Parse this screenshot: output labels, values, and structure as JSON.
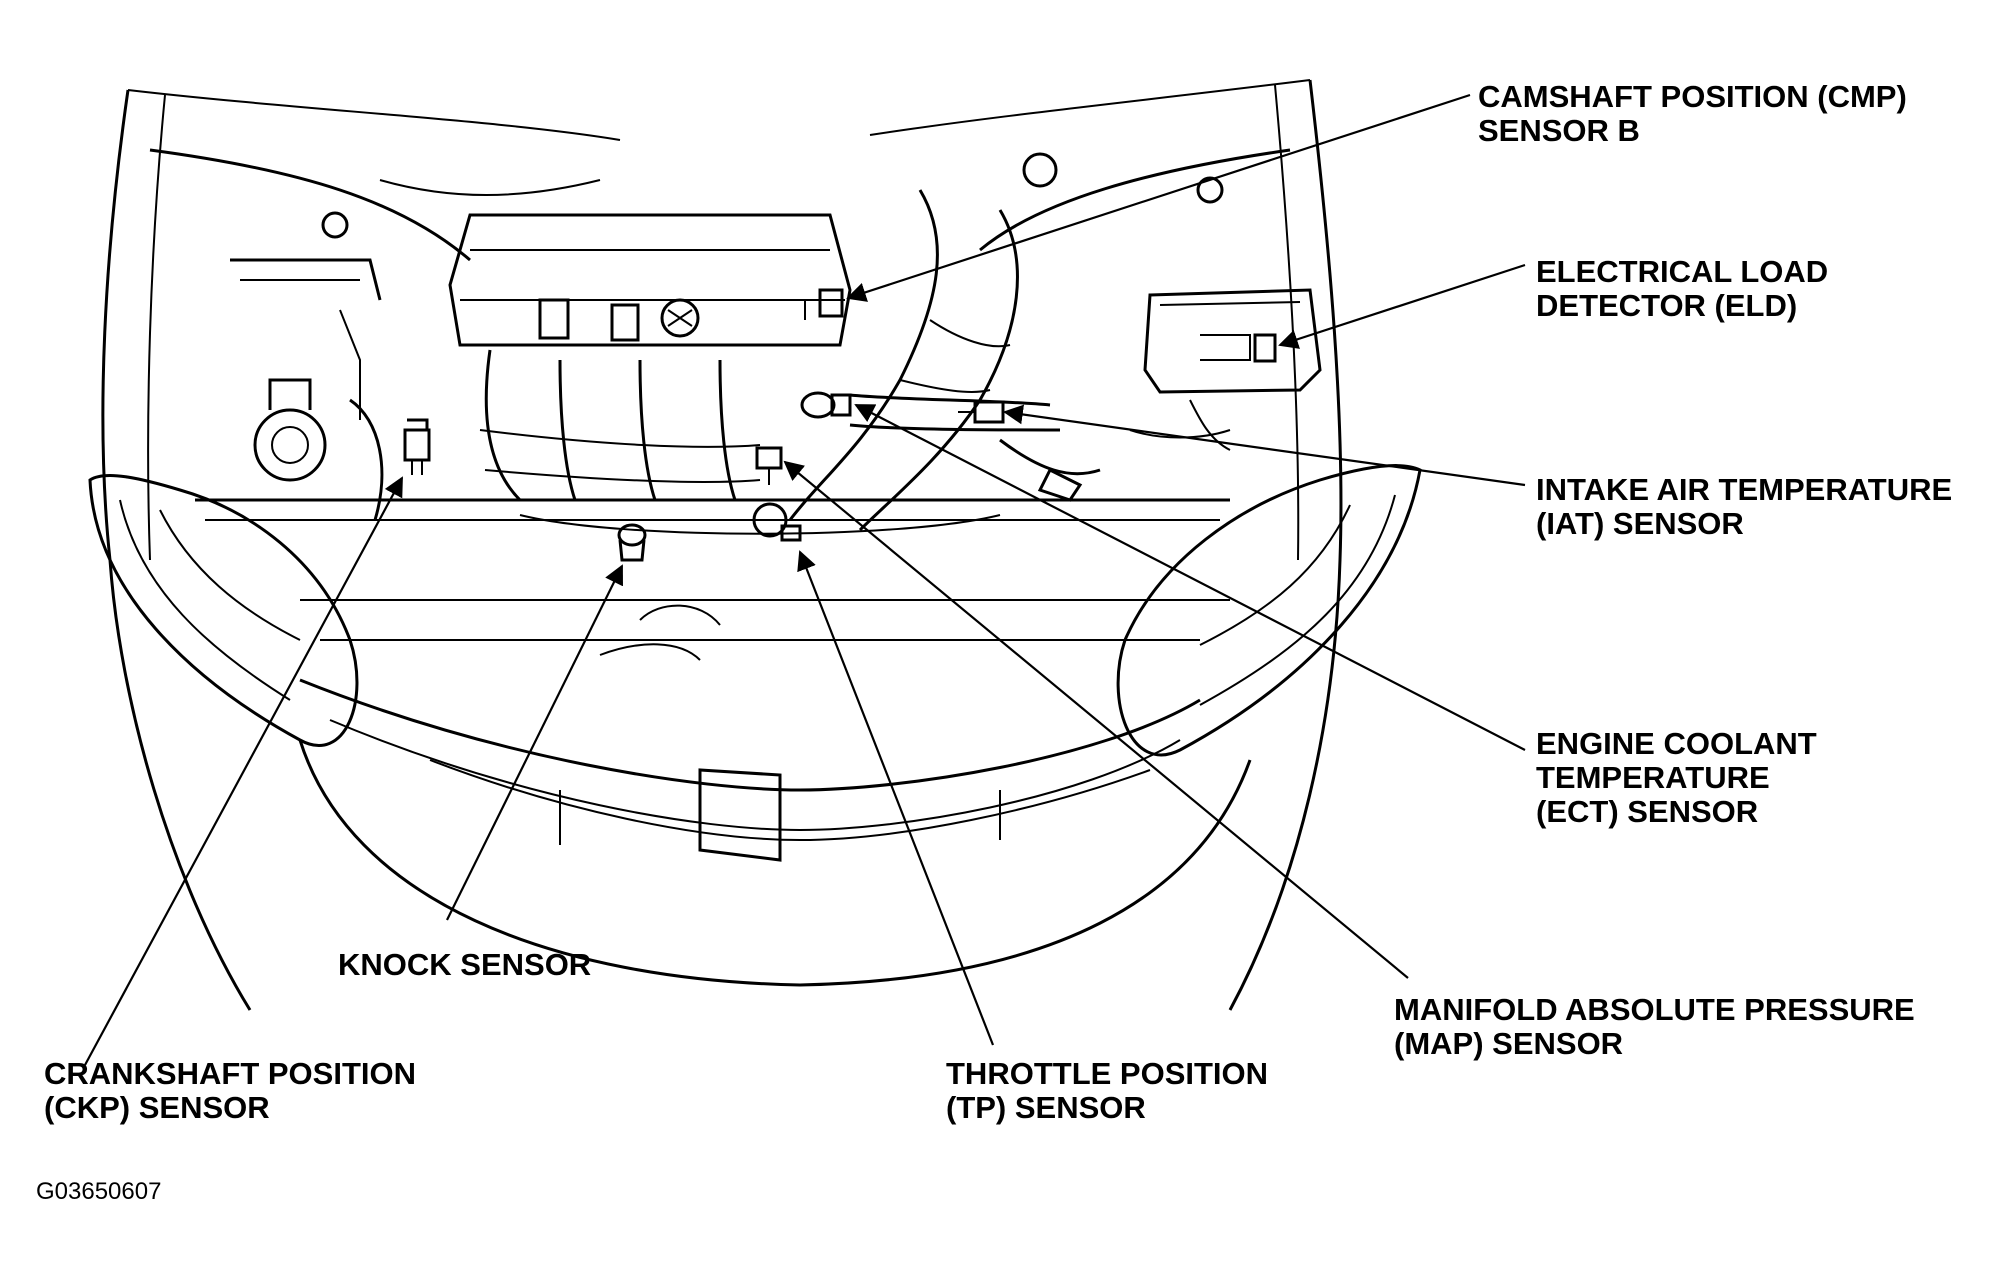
{
  "diagram": {
    "labels": [
      {
        "id": "cmp",
        "lines": [
          "CAMSHAFT POSITION (CMP)",
          "SENSOR B"
        ]
      },
      {
        "id": "eld",
        "lines": [
          "ELECTRICAL LOAD",
          "DETECTOR (ELD)"
        ]
      },
      {
        "id": "iat",
        "lines": [
          "INTAKE AIR TEMPERATURE",
          "(IAT) SENSOR"
        ]
      },
      {
        "id": "ect",
        "lines": [
          "ENGINE COOLANT",
          "TEMPERATURE",
          "(ECT) SENSOR"
        ]
      },
      {
        "id": "map",
        "lines": [
          "MANIFOLD ABSOLUTE PRESSURE",
          "(MAP) SENSOR"
        ]
      },
      {
        "id": "tp",
        "lines": [
          "THROTTLE POSITION",
          "(TP) SENSOR"
        ]
      },
      {
        "id": "knock",
        "lines": [
          "KNOCK SENSOR"
        ]
      },
      {
        "id": "ckp",
        "lines": [
          "CRANKSHAFT POSITION",
          "(CKP) SENSOR"
        ]
      }
    ],
    "figure_code": "G03650607"
  }
}
